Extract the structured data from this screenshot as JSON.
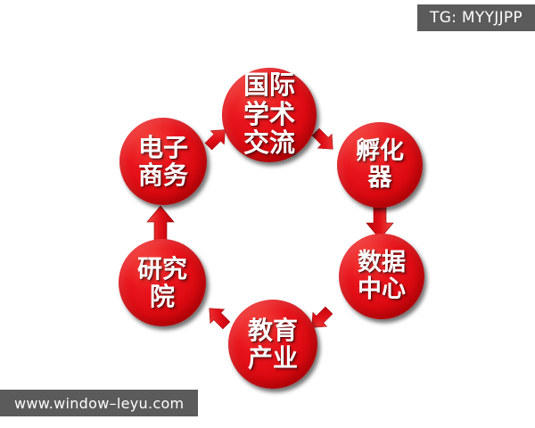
{
  "watermarks": {
    "top_right": "TG: MYYJJPP",
    "bottom_left": "www.window–leyu.com"
  },
  "diagram": {
    "type": "circular-cycle",
    "node_count": 6,
    "accent_color": "#e8141b",
    "text_color": "#ffffff",
    "watermark_color": "#5b5b5b",
    "background_color": "#ffffff",
    "nodes": [
      {
        "id": "international-academic-exchange",
        "position": "top",
        "lines": [
          "国际",
          "学术",
          "交流"
        ],
        "text": "国际学术交流"
      },
      {
        "id": "incubator",
        "position": "upper-right",
        "lines": [
          "孵化",
          "器"
        ],
        "text": "孵化器"
      },
      {
        "id": "data-center",
        "position": "lower-right",
        "lines": [
          "数据",
          "中心"
        ],
        "text": "数据中心"
      },
      {
        "id": "education-industry",
        "position": "bottom",
        "lines": [
          "教育",
          "产业"
        ],
        "text": "教育产业"
      },
      {
        "id": "research-institute",
        "position": "lower-left",
        "lines": [
          "研究",
          "院"
        ],
        "text": "研究院"
      },
      {
        "id": "e-commerce",
        "position": "upper-left",
        "lines": [
          "电子",
          "商务"
        ],
        "text": "电子商务"
      }
    ],
    "arrows": [
      {
        "id": "arrow-upper-left-to-top",
        "from": "e-commerce",
        "to": "international-academic-exchange",
        "direction": "up-right"
      },
      {
        "id": "arrow-top-to-upper-right",
        "from": "international-academic-exchange",
        "to": "incubator",
        "direction": "down-right"
      },
      {
        "id": "arrow-upper-right-to-lower-right",
        "from": "incubator",
        "to": "data-center",
        "direction": "down"
      },
      {
        "id": "arrow-lower-right-to-bottom",
        "from": "data-center",
        "to": "education-industry",
        "direction": "down-left"
      },
      {
        "id": "arrow-bottom-to-lower-left",
        "from": "education-industry",
        "to": "research-institute",
        "direction": "up-left"
      },
      {
        "id": "arrow-lower-left-to-upper-left",
        "from": "research-institute",
        "to": "e-commerce",
        "direction": "up"
      }
    ]
  }
}
